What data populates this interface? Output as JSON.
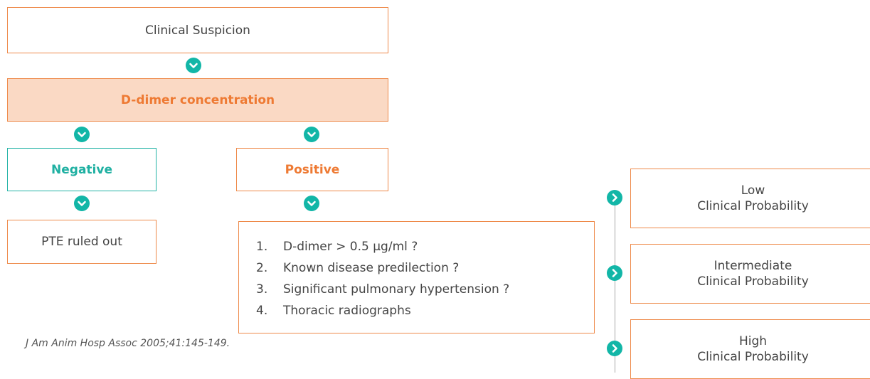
{
  "flowchart": {
    "start": "Clinical Suspicion",
    "dimer": "D-dimer concentration",
    "negative": "Negative",
    "positive": "Positive",
    "ruled_out": "PTE ruled out",
    "criteria": [
      {
        "num": "1.",
        "text": "D-dimer > 0.5 µg/ml ?"
      },
      {
        "num": "2.",
        "text": "Known disease predilection ?"
      },
      {
        "num": "3.",
        "text": "Significant pulmonary hypertension ?"
      },
      {
        "num": "4.",
        "text": "Thoracic radiographs"
      }
    ],
    "probabilities": [
      {
        "line1": "Low",
        "line2": "Clinical Probability"
      },
      {
        "line1": "Intermediate",
        "line2": "Clinical Probability"
      },
      {
        "line1": "High",
        "line2": "Clinical Probability"
      }
    ]
  },
  "citation": "J Am Anim Hosp Assoc 2005;41:145-149.",
  "colors": {
    "accent_orange": "#ee7a33",
    "box_border_orange": "#ee8a4a",
    "fill_orange": "#fad9c4",
    "teal": "#12b6a7"
  },
  "icons": {
    "down": "chevron-down-icon",
    "right": "chevron-right-icon"
  }
}
